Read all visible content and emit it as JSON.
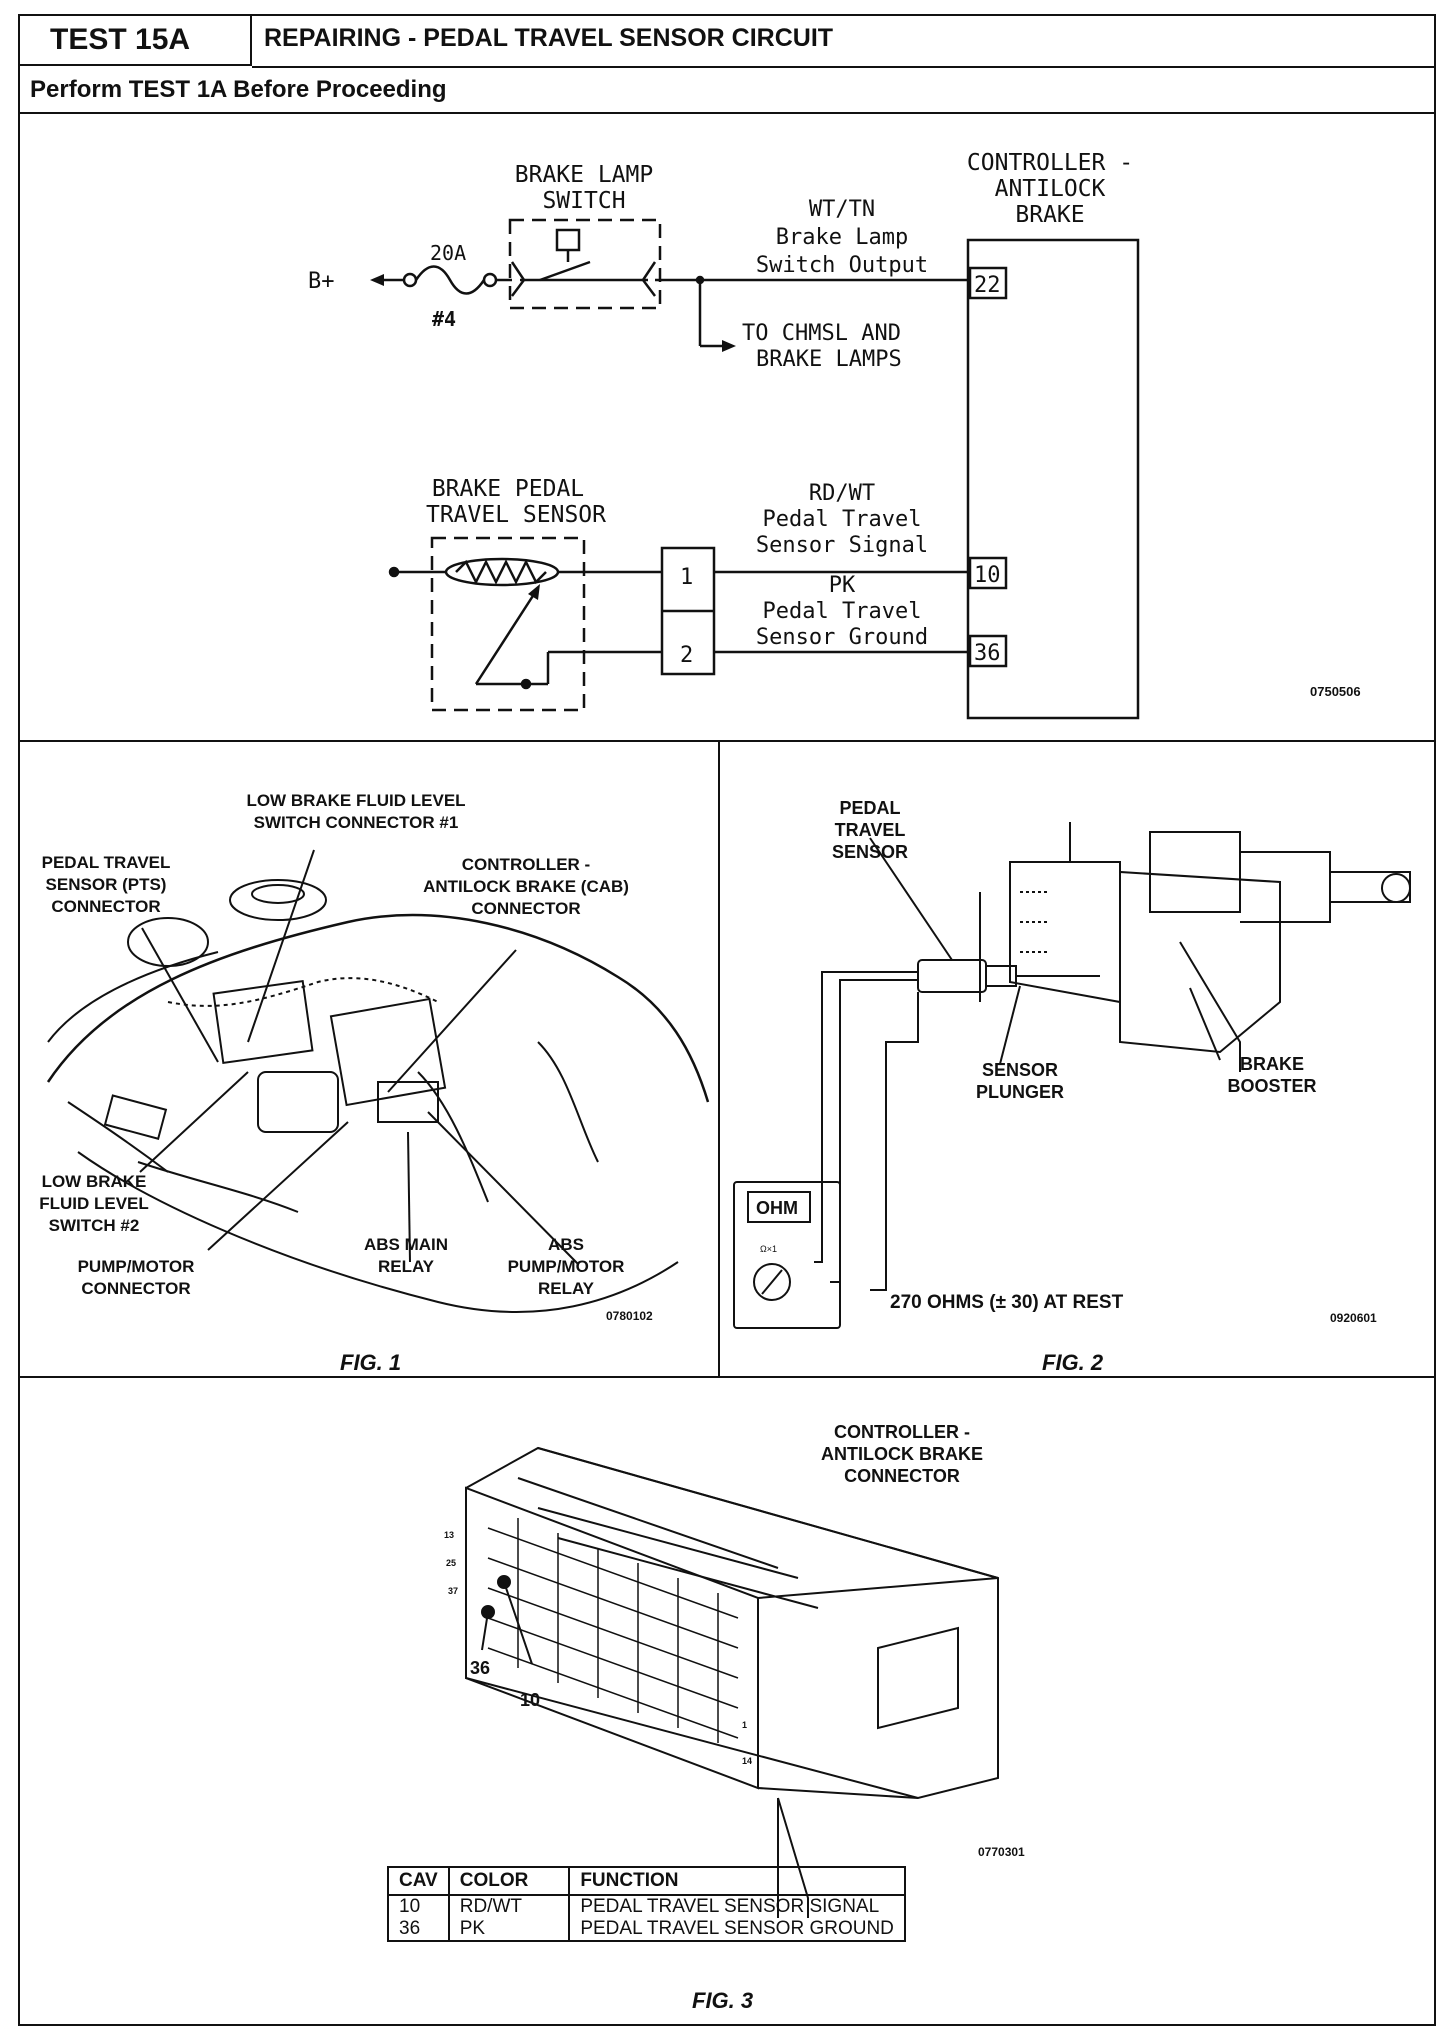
{
  "header": {
    "test_id": "TEST 15A",
    "title": "REPAIRING - PEDAL TRAVEL SENSOR CIRCUIT",
    "subtitle": "Perform TEST 1A Before Proceeding"
  },
  "schematic": {
    "brake_lamp_switch": [
      "BRAKE LAMP",
      "SWITCH"
    ],
    "controller": [
      "CONTROLLER -",
      "ANTILOCK",
      "BRAKE"
    ],
    "b_plus": "B+",
    "fuse_rating": "20A",
    "fuse_number": "#4",
    "wire1": [
      "WT/TN",
      "Brake Lamp",
      "Switch Output"
    ],
    "pin_22": "22",
    "chmsl": [
      "TO CHMSL AND",
      "BRAKE LAMPS"
    ],
    "pedal_sensor": [
      "BRAKE PEDAL",
      "TRAVEL SENSOR"
    ],
    "wire2": [
      "RD/WT",
      "Pedal Travel",
      "Sensor Signal"
    ],
    "wire3": [
      "PK",
      "Pedal Travel",
      "Sensor Ground"
    ],
    "conn_pin_1": "1",
    "conn_pin_2": "2",
    "pin_10": "10",
    "pin_36": "36",
    "code": "0750506"
  },
  "fig1": {
    "caption": "FIG. 1",
    "code": "0780102",
    "labels": {
      "low_brake_1": [
        "LOW BRAKE FLUID LEVEL",
        "SWITCH CONNECTOR #1"
      ],
      "pts": [
        "PEDAL TRAVEL",
        "SENSOR (PTS)",
        "CONNECTOR"
      ],
      "cab": [
        "CONTROLLER -",
        "ANTILOCK BRAKE (CAB)",
        "CONNECTOR"
      ],
      "low_brake_2": [
        "LOW BRAKE",
        "FLUID LEVEL",
        "SWITCH #2"
      ],
      "pump_motor": [
        "PUMP/MOTOR",
        "CONNECTOR"
      ],
      "abs_main": [
        "ABS MAIN",
        "RELAY"
      ],
      "abs_pump": [
        "ABS",
        "PUMP/MOTOR",
        "RELAY"
      ]
    }
  },
  "fig2": {
    "caption": "FIG. 2",
    "code": "0920601",
    "labels": {
      "pts": [
        "PEDAL",
        "TRAVEL",
        "SENSOR"
      ],
      "plunger": [
        "SENSOR",
        "PLUNGER"
      ],
      "booster": [
        "BRAKE",
        "BOOSTER"
      ],
      "meter": "OHM",
      "meter_range": "Ω×1",
      "spec": "270 OHMS (± 30) AT REST"
    }
  },
  "fig3": {
    "caption": "FIG. 3",
    "code": "0770301",
    "title": [
      "CONTROLLER -",
      "ANTILOCK BRAKE",
      "CONNECTOR"
    ],
    "cav_36": "36",
    "cav_10": "10",
    "side_nums": [
      "13",
      "25",
      "37",
      "1",
      "14"
    ],
    "table": {
      "headers": [
        "CAV",
        "COLOR",
        "FUNCTION"
      ],
      "rows": [
        [
          "10",
          "RD/WT",
          "PEDAL TRAVEL SENSOR SIGNAL"
        ],
        [
          "36",
          "PK",
          "PEDAL TRAVEL SENSOR GROUND"
        ]
      ]
    }
  }
}
